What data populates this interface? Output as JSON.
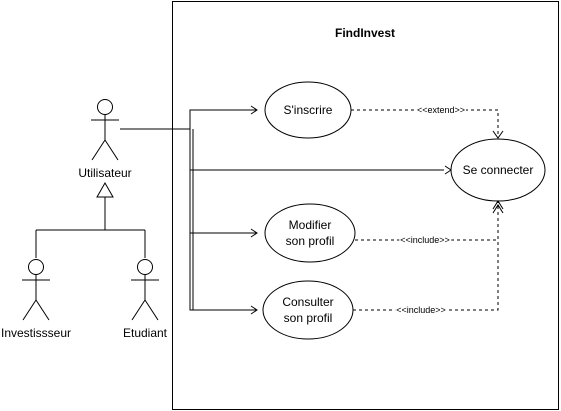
{
  "system": {
    "title": "FindInvest"
  },
  "actors": {
    "user": "Utilisateur",
    "investor": "Investissseur",
    "student": "Etudiant"
  },
  "use_cases": {
    "register": "S'inscrire",
    "login": "Se connecter",
    "edit_profile_line1": "Modifier",
    "edit_profile_line2": "son profil",
    "view_profile_line1": "Consulter",
    "view_profile_line2": "son profil"
  },
  "relations": {
    "extend": "<<extend>>",
    "include_edit": "<<include>>",
    "include_view": "<<include>>"
  }
}
